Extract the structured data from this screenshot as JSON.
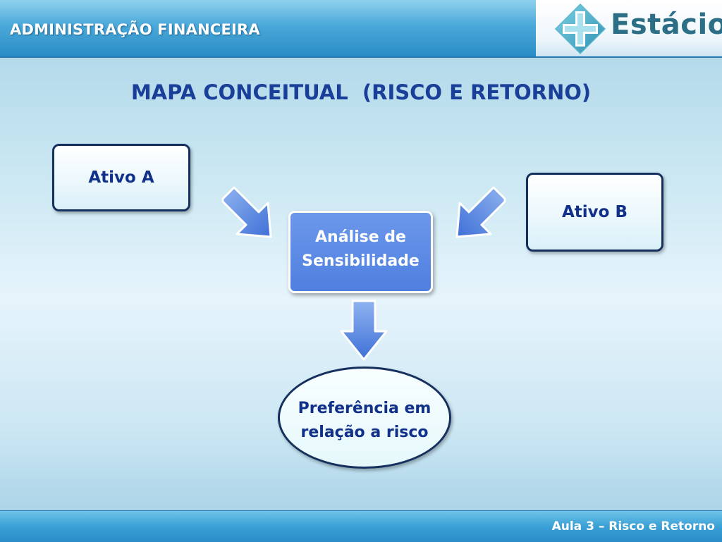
{
  "header": {
    "course_title": "ADMINISTRAÇÃO FINANCEIRA",
    "logo_text": "Estácio",
    "logo_icon": "estacio-cross-logo-icon"
  },
  "slide": {
    "title": "MAPA CONCEITUAL  (RISCO E RETORNO)"
  },
  "diagram": {
    "nodes": {
      "ativo_a": "Ativo A",
      "ativo_b": "Ativo B",
      "center_line1": "Análise de",
      "center_line2": "Sensibilidade",
      "result_line1": "Preferência em",
      "result_line2": "relação a risco"
    },
    "colors": {
      "arrow_fill": "#5b8ee6",
      "center_fill": "#5a88e3",
      "border": "#16305e",
      "text": "#10308a"
    }
  },
  "footer": {
    "lesson": "Aula 3 – Risco e Retorno"
  }
}
